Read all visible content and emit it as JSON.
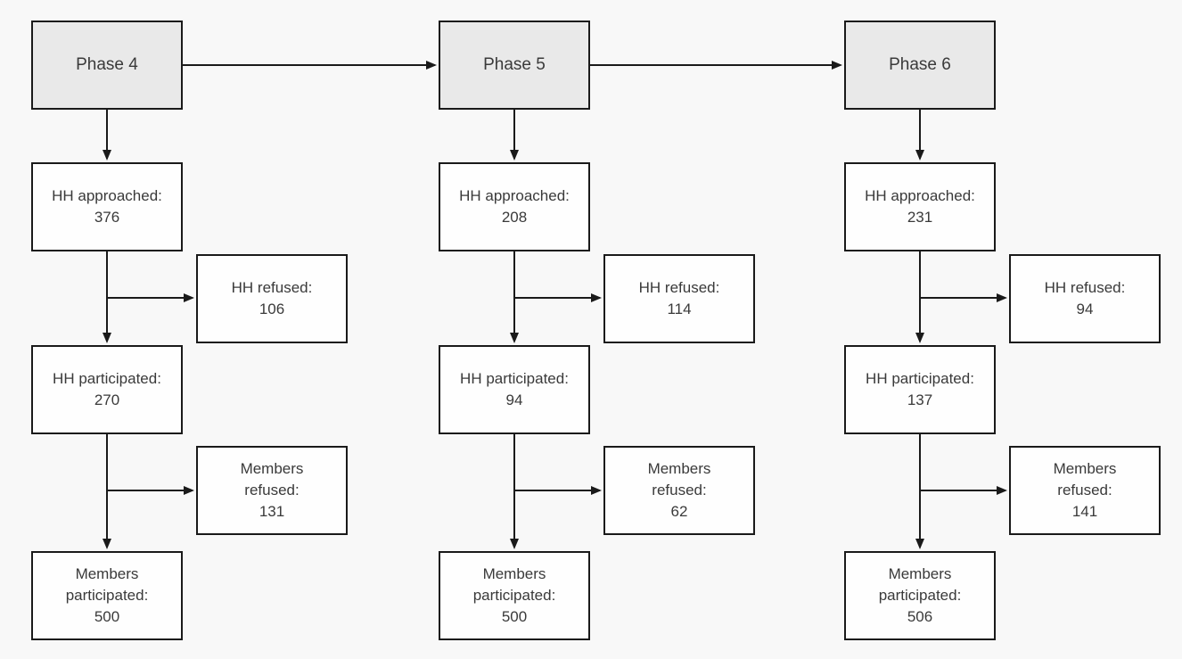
{
  "colors": {
    "background": "#f8f8f8",
    "box_fill": "#fefefe",
    "phase_fill": "#e9e9e9",
    "border": "#1a1a1a",
    "text": "#3a3a3a"
  },
  "chart_data": {
    "type": "table",
    "title": "Household recruitment flowchart by phase",
    "categories": [
      "Phase 4",
      "Phase 5",
      "Phase 6"
    ],
    "series": [
      {
        "name": "HH approached",
        "values": [
          376,
          208,
          231
        ]
      },
      {
        "name": "HH refused",
        "values": [
          106,
          114,
          94
        ]
      },
      {
        "name": "HH participated",
        "values": [
          270,
          94,
          137
        ]
      },
      {
        "name": "Members refused",
        "values": [
          131,
          62,
          141
        ]
      },
      {
        "name": "Members participated",
        "values": [
          500,
          500,
          506
        ]
      }
    ]
  },
  "phases": [
    {
      "title": "Phase 4",
      "approached": [
        "HH approached:",
        "376"
      ],
      "hh_refused": [
        "HH refused:",
        "106"
      ],
      "participated": [
        "HH participated:",
        "270"
      ],
      "members_refused": [
        "Members",
        "refused:",
        "131"
      ],
      "members_participated": [
        "Members",
        "participated:",
        "500"
      ]
    },
    {
      "title": "Phase 5",
      "approached": [
        "HH approached:",
        "208"
      ],
      "hh_refused": [
        "HH refused:",
        "114"
      ],
      "participated": [
        "HH participated:",
        "94"
      ],
      "members_refused": [
        "Members",
        "refused:",
        "62"
      ],
      "members_participated": [
        "Members",
        "participated:",
        "500"
      ]
    },
    {
      "title": "Phase 6",
      "approached": [
        "HH approached:",
        "231"
      ],
      "hh_refused": [
        "HH refused:",
        "94"
      ],
      "participated": [
        "HH participated:",
        "137"
      ],
      "members_refused": [
        "Members",
        "refused:",
        "141"
      ],
      "members_participated": [
        "Members",
        "participated:",
        "506"
      ]
    }
  ]
}
